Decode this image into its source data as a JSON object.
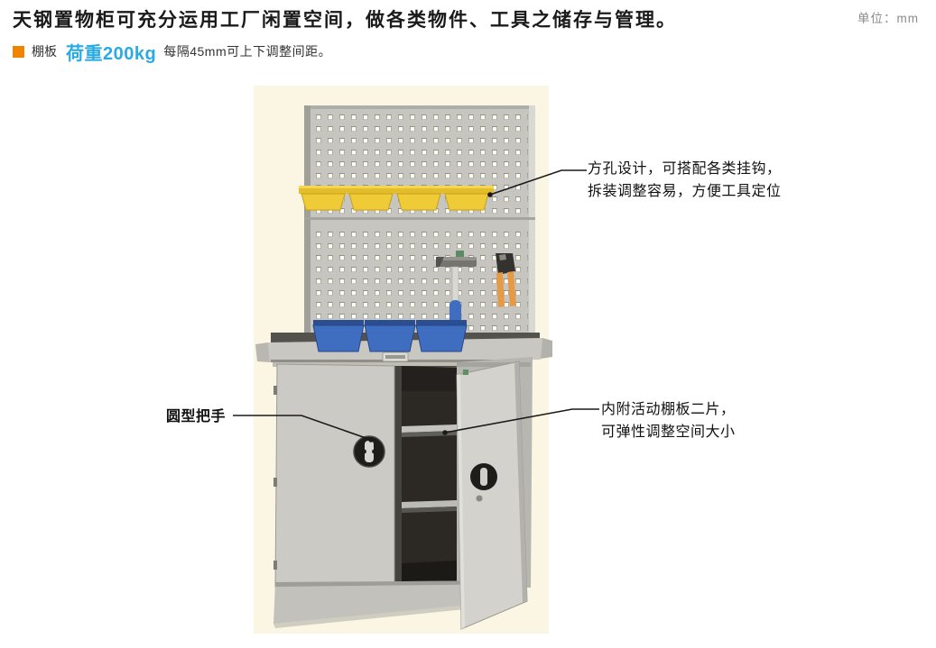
{
  "page": {
    "title": "天钢置物柜可充分运用工厂闲置空间，做各类物件、工具之储存与管理。",
    "unit_note": "单位：mm"
  },
  "feature": {
    "label": "棚板",
    "highlight": "荷重200kg",
    "description": "每隔45mm可上下调整间距。"
  },
  "colors": {
    "accent_orange": "#f08300",
    "accent_blue": "#29abe2",
    "photo_background": "#faf6e3",
    "pegboard_gray": "#c6c5c0",
    "cabinet_gray": "#cbcac5",
    "bin_blue": "#3f6dc0",
    "rail_yellow": "#f0cb38"
  },
  "figure": {
    "callouts": [
      {
        "name": "pegboard-feature",
        "lines": [
          "方孔设计，可搭配各类挂钩，",
          "拆装调整容易，方便工具定位"
        ]
      },
      {
        "name": "round-handle",
        "lines": [
          "圆型把手"
        ]
      },
      {
        "name": "adjustable-shelves",
        "lines": [
          "内附活动棚板二片，",
          "可弹性调整空间大小"
        ]
      }
    ]
  }
}
